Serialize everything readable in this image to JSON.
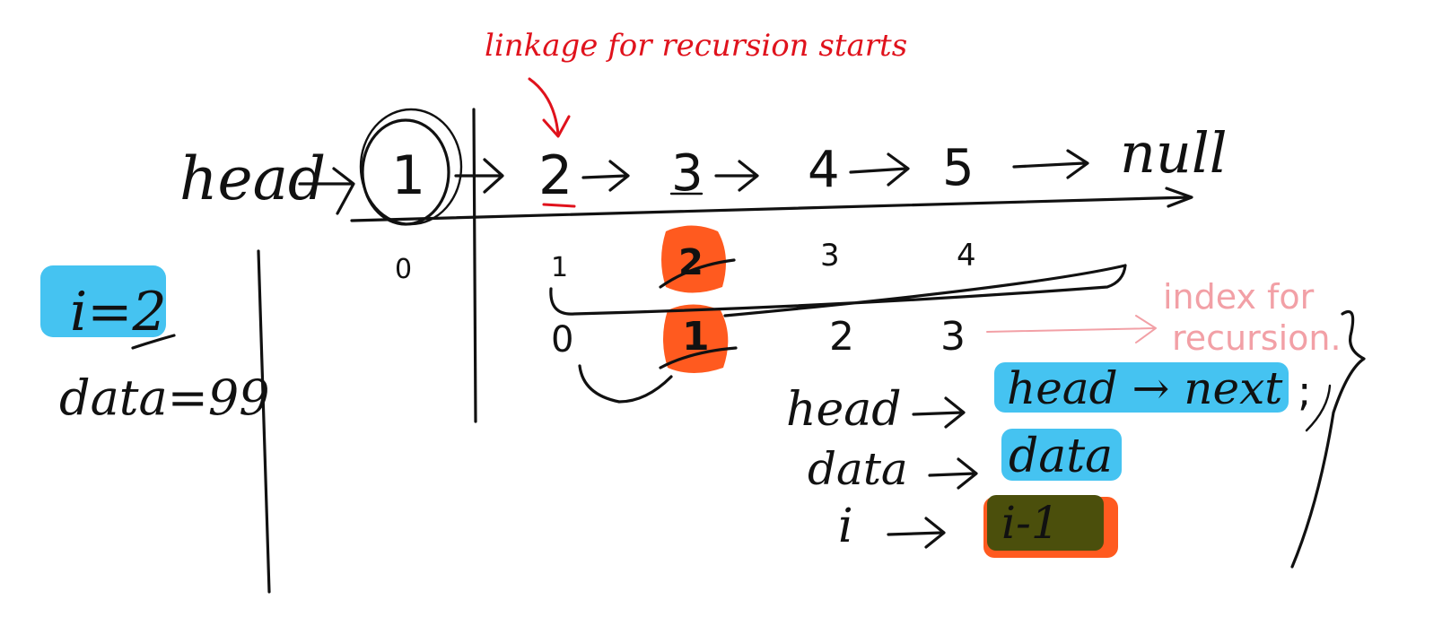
{
  "annotation": {
    "linkage_note": "linkage for recursion starts",
    "index_note_line1": "index for",
    "index_note_line2": "recursion."
  },
  "list": {
    "head_label": "head",
    "nodes": [
      "1",
      "2",
      "3",
      "4",
      "5"
    ],
    "null_label": "null"
  },
  "indices": {
    "original": [
      "0",
      "1",
      "2",
      "3",
      "4"
    ],
    "recursion": [
      "0",
      "1",
      "2",
      "3"
    ]
  },
  "params": {
    "i_label": "i=2",
    "data_label": "data=99"
  },
  "mapping": [
    {
      "key": "head",
      "value": "head → next",
      "suffix": ";"
    },
    {
      "key": "data",
      "value": "data",
      "suffix": ""
    },
    {
      "key": "i",
      "value": "i-1",
      "suffix": ""
    }
  ],
  "colors": {
    "highlight_blue": "#45c3f1",
    "highlight_orange": "#ff5a1f",
    "highlight_olive": "#4b4f0c",
    "annotation_red": "#e0121c",
    "annotation_pink": "#f2a0a6"
  }
}
